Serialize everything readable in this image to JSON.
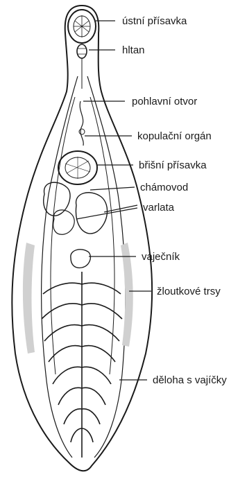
{
  "diagram": {
    "labels": [
      {
        "id": "oral-sucker",
        "text": "ústní přísavka"
      },
      {
        "id": "pharynx",
        "text": "hltan"
      },
      {
        "id": "genital-pore",
        "text": "pohlavní otvor"
      },
      {
        "id": "copulatory-organ",
        "text": "kopulační orgán"
      },
      {
        "id": "ventral-sucker",
        "text": "břišní přísavka"
      },
      {
        "id": "vas-deferens",
        "text": "chámovod"
      },
      {
        "id": "testes",
        "text": "varlata"
      },
      {
        "id": "ovary",
        "text": "vaječník"
      },
      {
        "id": "vitelline-glands",
        "text": "žloutkové trsy"
      },
      {
        "id": "uterus",
        "text": "děloha s vajíčky"
      }
    ]
  }
}
